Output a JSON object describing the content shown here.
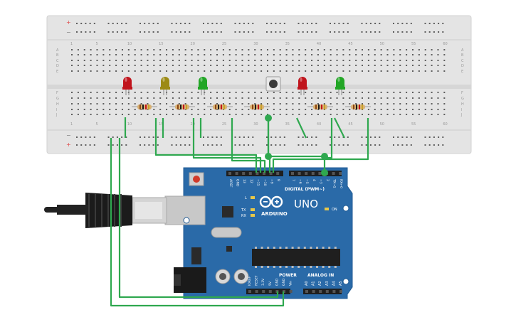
{
  "breadboard": {
    "col_numbers": [
      "1",
      "5",
      "10",
      "15",
      "20",
      "25",
      "30",
      "35",
      "40",
      "45",
      "50",
      "55",
      "60"
    ],
    "row_letters_top": [
      "A",
      "B",
      "C",
      "D",
      "E"
    ],
    "row_letters_bottom": [
      "F",
      "G",
      "H",
      "I",
      "J"
    ],
    "rail_plus": "+",
    "rail_minus": "−"
  },
  "arduino": {
    "wordmark": "ARDUINO",
    "model": "UNO",
    "digital_label": "DIGITAL (PWM~)",
    "power_label": "POWER",
    "analog_label": "ANALOG IN",
    "on_label": "ON",
    "led_l": "L",
    "led_tx": "TX",
    "led_rx": "RX",
    "top_pins": [
      "AREF",
      "GND",
      "13",
      "12",
      "~11",
      "~10",
      "~9",
      "8",
      "7",
      "~6",
      "~5",
      "4",
      "~3",
      "2",
      "TX→1",
      "RX←0"
    ],
    "power_pins": [
      "IOREF",
      "RESET",
      "3.3V",
      "5V",
      "GND",
      "GND",
      "Vin"
    ],
    "analog_pins": [
      "A0",
      "A1",
      "A2",
      "A3",
      "A4",
      "A5"
    ]
  },
  "components": {
    "leds": [
      {
        "color": "#c0141c"
      },
      {
        "color": "#9c8a14"
      },
      {
        "color": "#22a626"
      },
      {
        "color": "#c0141c"
      },
      {
        "color": "#22a626"
      }
    ],
    "wire_color": "#2fa84f",
    "board_color": "#2a6aa8",
    "breadboard_color": "#e4e4e4"
  }
}
